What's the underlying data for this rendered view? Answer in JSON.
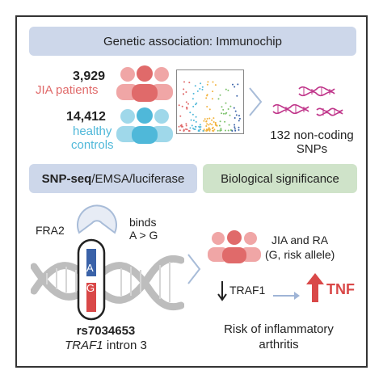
{
  "header": {
    "title": "Genetic association: Immunochip"
  },
  "cohorts": {
    "jia": {
      "count": "3,929",
      "label": "JIA patients",
      "color": "#e06a6a"
    },
    "healthy": {
      "count": "14,412",
      "label_line1": "healthy",
      "label_line2": "controls",
      "color": "#4fb8d9"
    }
  },
  "snps": {
    "line1": "132 non-coding",
    "line2": "SNPs"
  },
  "methods": {
    "bold": "SNP-seq",
    "rest": "/EMSA/luciferase"
  },
  "significance": {
    "title": "Biological significance"
  },
  "mechanism": {
    "tf": "FRA2",
    "binds_line1": "binds",
    "binds_line2": "A > G",
    "allele_top": "A",
    "allele_bottom": "G",
    "snp_id": "rs7034653",
    "gene_italic": "TRAF1",
    "gene_rest": " intron 3"
  },
  "outcome": {
    "disease_line1": "JIA and RA",
    "disease_line2": "(G, risk allele)",
    "traf1": "TRAF1",
    "tnf": "TNF",
    "risk_line1": "Risk of inflammatory",
    "risk_line2": "arthritis"
  },
  "colors": {
    "banner_blue": "#cdd7ea",
    "banner_green": "#cfe3c9",
    "dna_red": "#d94848",
    "dna_blue": "#3a62a8",
    "helix_gray": "#bfbfbf",
    "arrow_outline": "#a8bcd8"
  }
}
